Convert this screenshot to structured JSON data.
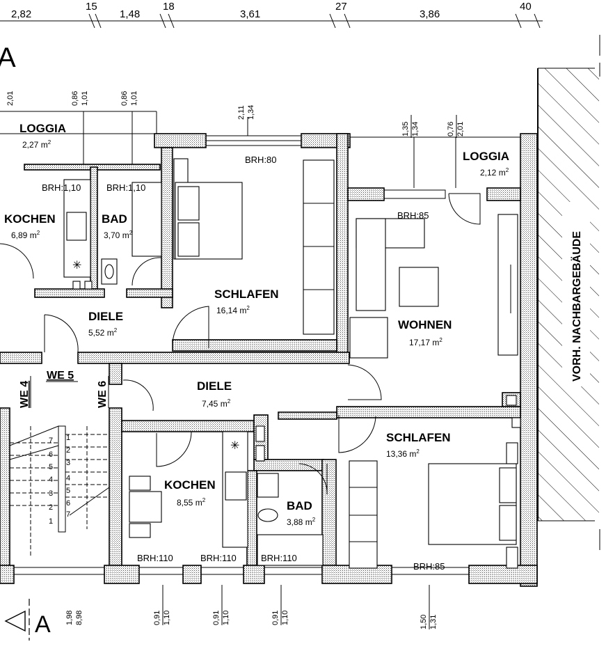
{
  "top_dimensions": [
    "2,82",
    "15",
    "1,48",
    "18",
    "3,61",
    "27",
    "3,86",
    "40"
  ],
  "section_marks": {
    "top": "A",
    "bottom": "A"
  },
  "rooms": [
    {
      "name": "LOGGIA",
      "area": "2,27 m",
      "sup": "2"
    },
    {
      "name": "KOCHEN",
      "area": "6,89 m",
      "sup": "2"
    },
    {
      "name": "BAD",
      "area": "3,70 m",
      "sup": "2"
    },
    {
      "name": "DIELE",
      "area": "5,52 m",
      "sup": "2"
    },
    {
      "name": "SCHLAFEN",
      "area": "16,14 m",
      "sup": "2"
    },
    {
      "name": "LOGGIA",
      "area": "2,12 m",
      "sup": "2"
    },
    {
      "name": "WOHNEN",
      "area": "17,17 m",
      "sup": "2"
    },
    {
      "name": "DIELE",
      "area": "7,45 m",
      "sup": "2"
    },
    {
      "name": "SCHLAFEN",
      "area": "13,36 m",
      "sup": "2"
    },
    {
      "name": "KOCHEN",
      "area": "8,55 m",
      "sup": "2"
    },
    {
      "name": "BAD",
      "area": "3,88 m",
      "sup": "2"
    }
  ],
  "unit_labels": [
    "WE 4",
    "WE 5",
    "WE 6"
  ],
  "brh_labels": [
    "BRH:80",
    "BRH:1,10",
    "BRH:1,10",
    "BRH:85",
    "BRH:110",
    "BRH:110",
    "BRH:110",
    "BRH:85"
  ],
  "window_heights": [
    {
      "a": "2,01",
      "b": ""
    },
    {
      "a": "0,86",
      "b": "1,01"
    },
    {
      "a": "0,86",
      "b": "1,01"
    },
    {
      "a": "2,11",
      "b": "1,34"
    },
    {
      "a": "1,35",
      "b": "1,34"
    },
    {
      "a": "0,76",
      "b": "2,01"
    },
    {
      "a": "1,98",
      "b": "8,98"
    },
    {
      "a": "0,91",
      "b": "1,10"
    },
    {
      "a": "0,91",
      "b": "1,10"
    },
    {
      "a": "0,91",
      "b": "1,10"
    },
    {
      "a": "1,50",
      "b": "1,31"
    }
  ],
  "stair_steps": [
    "7",
    "6",
    "5",
    "4",
    "3",
    "2",
    "1",
    "1",
    "2",
    "3",
    "4",
    "5",
    "6",
    "7"
  ],
  "neighbor_label": "VORH. NACHBARGEBÄUDE"
}
